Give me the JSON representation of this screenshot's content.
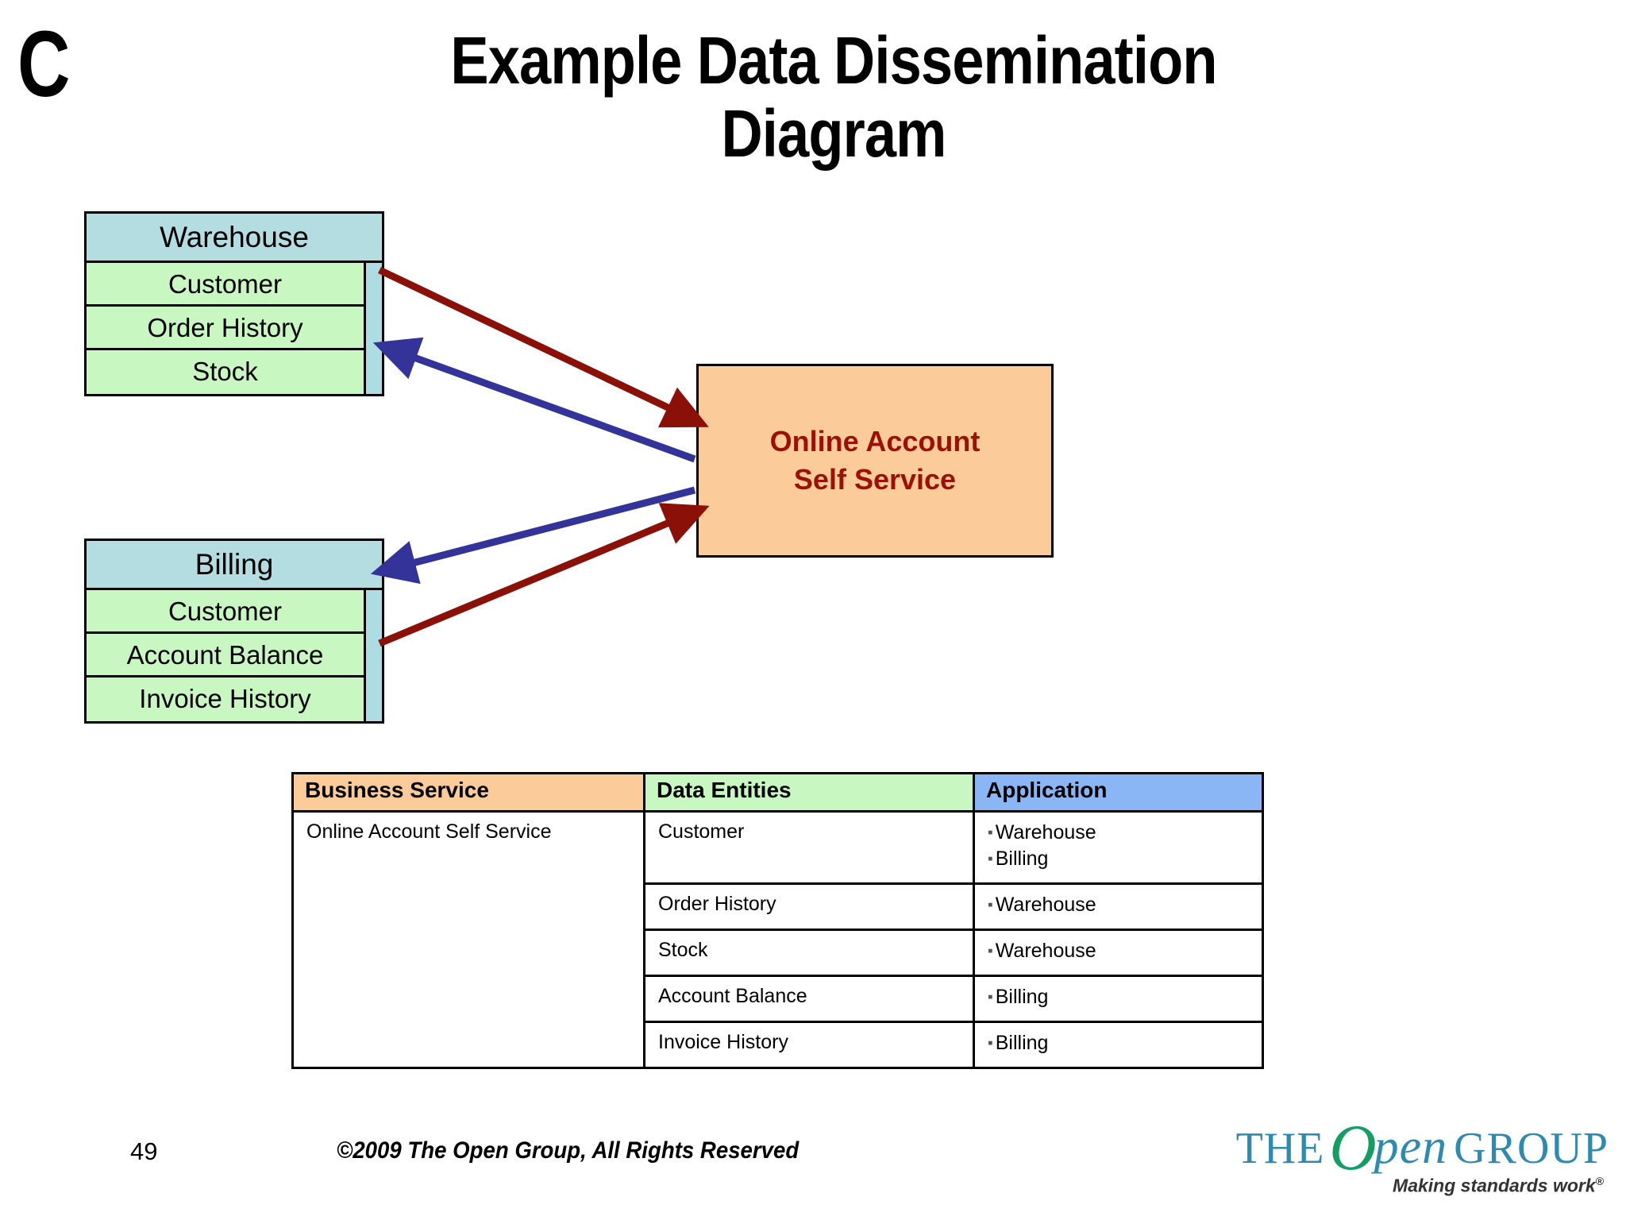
{
  "slide": {
    "title_letter": "C",
    "title_lines": [
      "Example Data Dissemination",
      "Diagram"
    ],
    "page_number": "49",
    "copyright": "©2009 The Open Group, All Rights Reserved"
  },
  "diagram": {
    "application_box": {
      "label_line1": "Online Account",
      "label_line2": "Self Service",
      "fill_color": "#fbcb99",
      "text_color": "#9c1006"
    },
    "entities": [
      {
        "name": "Warehouse",
        "header_color": "#b4dde2",
        "row_color": "#c9f7c2",
        "rows": [
          "Customer",
          "Order History",
          "Stock"
        ]
      },
      {
        "name": "Billing",
        "header_color": "#b4dde2",
        "row_color": "#c9f7c2",
        "rows": [
          "Customer",
          "Account Balance",
          "Invoice History"
        ]
      }
    ],
    "arrows": [
      {
        "name": "warehouse-to-application",
        "color": "#8b1008",
        "direction": "to-application"
      },
      {
        "name": "application-to-warehouse",
        "color": "#33339a",
        "direction": "to-entity"
      },
      {
        "name": "billing-to-application",
        "color": "#8b1008",
        "direction": "to-application"
      },
      {
        "name": "application-to-billing",
        "color": "#33339a",
        "direction": "to-entity"
      }
    ]
  },
  "table": {
    "headers": [
      "Business Service",
      "Data Entities",
      "Application"
    ],
    "header_colors": [
      "#fbcb99",
      "#c9f7c2",
      "#8ab6f5"
    ],
    "service": "Online Account Self Service",
    "rows": [
      {
        "entity": "Customer",
        "applications": [
          "Warehouse",
          "Billing"
        ]
      },
      {
        "entity": "Order History",
        "applications": [
          "Warehouse"
        ]
      },
      {
        "entity": "Stock",
        "applications": [
          "Warehouse"
        ]
      },
      {
        "entity": "Account Balance",
        "applications": [
          "Billing"
        ]
      },
      {
        "entity": "Invoice History",
        "applications": [
          "Billing"
        ]
      }
    ]
  },
  "logo": {
    "the": "THE",
    "o": "O",
    "pen": "pen",
    "group": "GROUP",
    "tagline": "Making standards work",
    "registered": "®"
  }
}
